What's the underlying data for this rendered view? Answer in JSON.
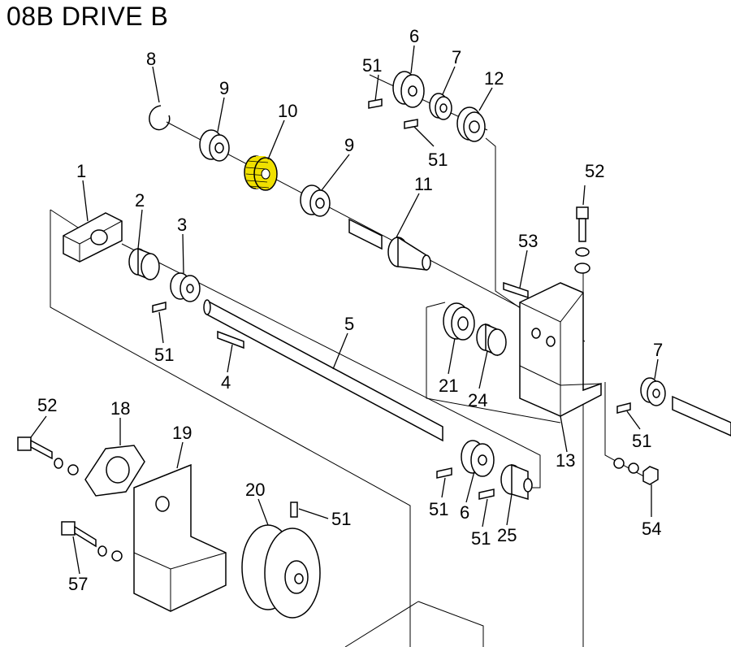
{
  "title": "08B DRIVE B",
  "highlight_color": "#f0e000",
  "callouts": {
    "c8": "8",
    "c9a": "9",
    "c10": "10",
    "c9b": "9",
    "c11": "11",
    "c1": "1",
    "c2": "2",
    "c3": "3",
    "c51a": "51",
    "c4": "4",
    "c5": "5",
    "c51b": "51",
    "c6a": "6",
    "c7a": "7",
    "c12": "12",
    "c51c": "51",
    "c52a": "52",
    "c53": "53",
    "c21": "21",
    "c24": "24",
    "c13": "13",
    "c7b": "7",
    "c51d": "51",
    "c54": "54",
    "c52b": "52",
    "c18": "18",
    "c19": "19",
    "c20": "20",
    "c51e": "51",
    "c57": "57",
    "c51f": "51",
    "c6b": "6",
    "c51g": "51",
    "c25": "25"
  }
}
